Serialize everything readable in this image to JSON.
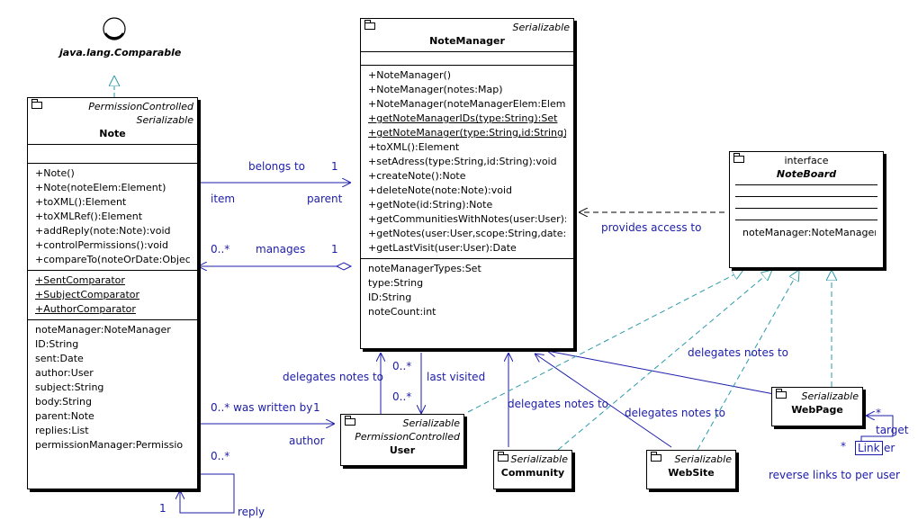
{
  "interface_comparable": {
    "name": "java.lang.Comparable"
  },
  "classes": {
    "note": {
      "stereotypes": [
        "PermissionControlled",
        "Serializable"
      ],
      "name": "Note",
      "operations": [
        "+Note()",
        "+Note(noteElem:Element)",
        "+toXML():Element",
        "+toXMLRef():Element",
        "+addReply(note:Note):void",
        "+controlPermissions():void",
        "+compareTo(noteOrDate:Object"
      ],
      "static_fields": [
        "+SentComparator",
        "+SubjectComparator",
        "+AuthorComparator"
      ],
      "attributes": [
        "noteManager:NoteManager",
        "ID:String",
        "sent:Date",
        "author:User",
        "subject:String",
        "body:String",
        "parent:Note",
        "replies:List",
        "permissionManager:Permissio"
      ]
    },
    "note_manager": {
      "stereotypes": [
        "Serializable"
      ],
      "name": "NoteManager",
      "operations": [
        "+NoteManager()",
        "+NoteManager(notes:Map)",
        "+NoteManager(noteManagerElem:Elemen",
        "+getNoteManagerIDs(type:String):Set",
        "+getNoteManager(type:String,id:String):No",
        "+toXML():Element",
        "+setAdress(type:String,id:String):void",
        "+createNote():Note",
        "+deleteNote(note:Note):void",
        "+getNote(id:String):Note",
        "+getCommunitiesWithNotes(user:User):S",
        "+getNotes(user:User,scope:String,date:D",
        "+getLastVisit(user:User):Date"
      ],
      "underlined_ops": [
        3,
        4
      ],
      "attributes": [
        "noteManagerTypes:Set",
        "type:String",
        "ID:String",
        "noteCount:int"
      ]
    },
    "note_board": {
      "stereotypes": [
        "interface"
      ],
      "name": "NoteBoard",
      "attributes": [
        "noteManager:NoteManager"
      ]
    },
    "user": {
      "stereotypes": [
        "Serializable",
        "PermissionControlled"
      ],
      "name": "User"
    },
    "community": {
      "stereotypes": [
        "Serializable"
      ],
      "name": "Community"
    },
    "website": {
      "stereotypes": [
        "Serializable"
      ],
      "name": "WebSite"
    },
    "webpage": {
      "stereotypes": [
        "Serializable"
      ],
      "name": "WebPage"
    }
  },
  "labels": {
    "belongs_to": "belongs to",
    "belongs_to_mult": "1",
    "item": "item",
    "parent": "parent",
    "manages_mult_left": "0..*",
    "manages": "manages",
    "manages_mult_right": "1",
    "provides_access": "provides access to",
    "delegates_user": "delegates notes to",
    "mult_0n_a": "0..*",
    "last_visited": "last visited",
    "mult_0n_b": "0..*",
    "delegates_community": "delegates notes to",
    "delegates_website": "delegates notes to",
    "delegates_webpage": "delegates notes to",
    "written_by": "0..* was written by",
    "written_by_mult": "1",
    "author": "author",
    "reply_mult_top": "0..*",
    "reply_mult_bottom": "1",
    "reply": "reply",
    "target": "target",
    "target_mult": "*",
    "link_mult": "*",
    "link_box": "Link",
    "link_suffix": "er",
    "reverse_links": "reverse links to per user"
  },
  "colors": {
    "association": "#1c1caa",
    "realization": "#2a9aa8",
    "outline": "#000000"
  }
}
